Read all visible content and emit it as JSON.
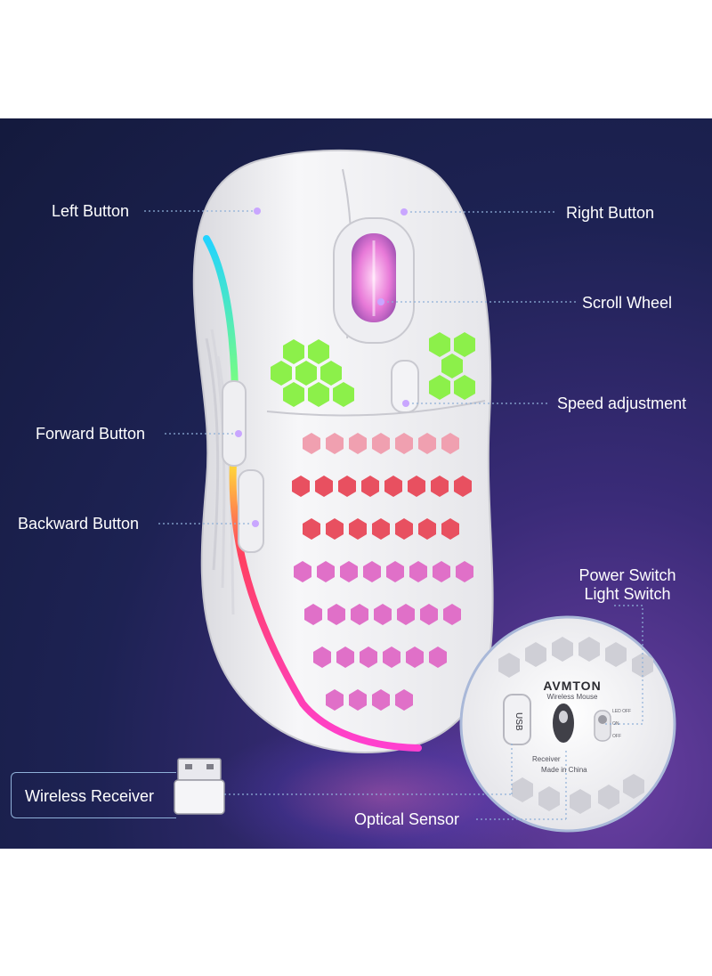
{
  "labels": {
    "left_button": "Left Button",
    "right_button": "Right Button",
    "scroll_wheel": "Scroll Wheel",
    "speed_adjustment": "Speed adjustment",
    "forward_button": "Forward Button",
    "backward_button": "Backward Button",
    "power_switch": "Power Switch",
    "light_switch": "Light Switch",
    "wireless_receiver": "Wireless Receiver",
    "optical_sensor": "Optical Sensor"
  },
  "bottom_view": {
    "brand": "AVMTON",
    "subtitle": "Wireless Mouse",
    "usb": "USB",
    "receiver": "Receiver",
    "made_in": "Made in China",
    "switch_labels": [
      "LED OFF",
      "ON",
      "OFF"
    ]
  },
  "colors": {
    "background_dark": "#141a3d",
    "background_accent": "#6b3fa3",
    "mouse_body": "#f4f4f6",
    "rgb_strip_top": "#22d3ff",
    "rgb_strip_mid": "#ff4060",
    "rgb_strip_bottom": "#ff40d0",
    "honeycomb_front": "#8cf04a",
    "leader_line": "#8fb0d8",
    "marker_dot": "#c9a6ff"
  }
}
